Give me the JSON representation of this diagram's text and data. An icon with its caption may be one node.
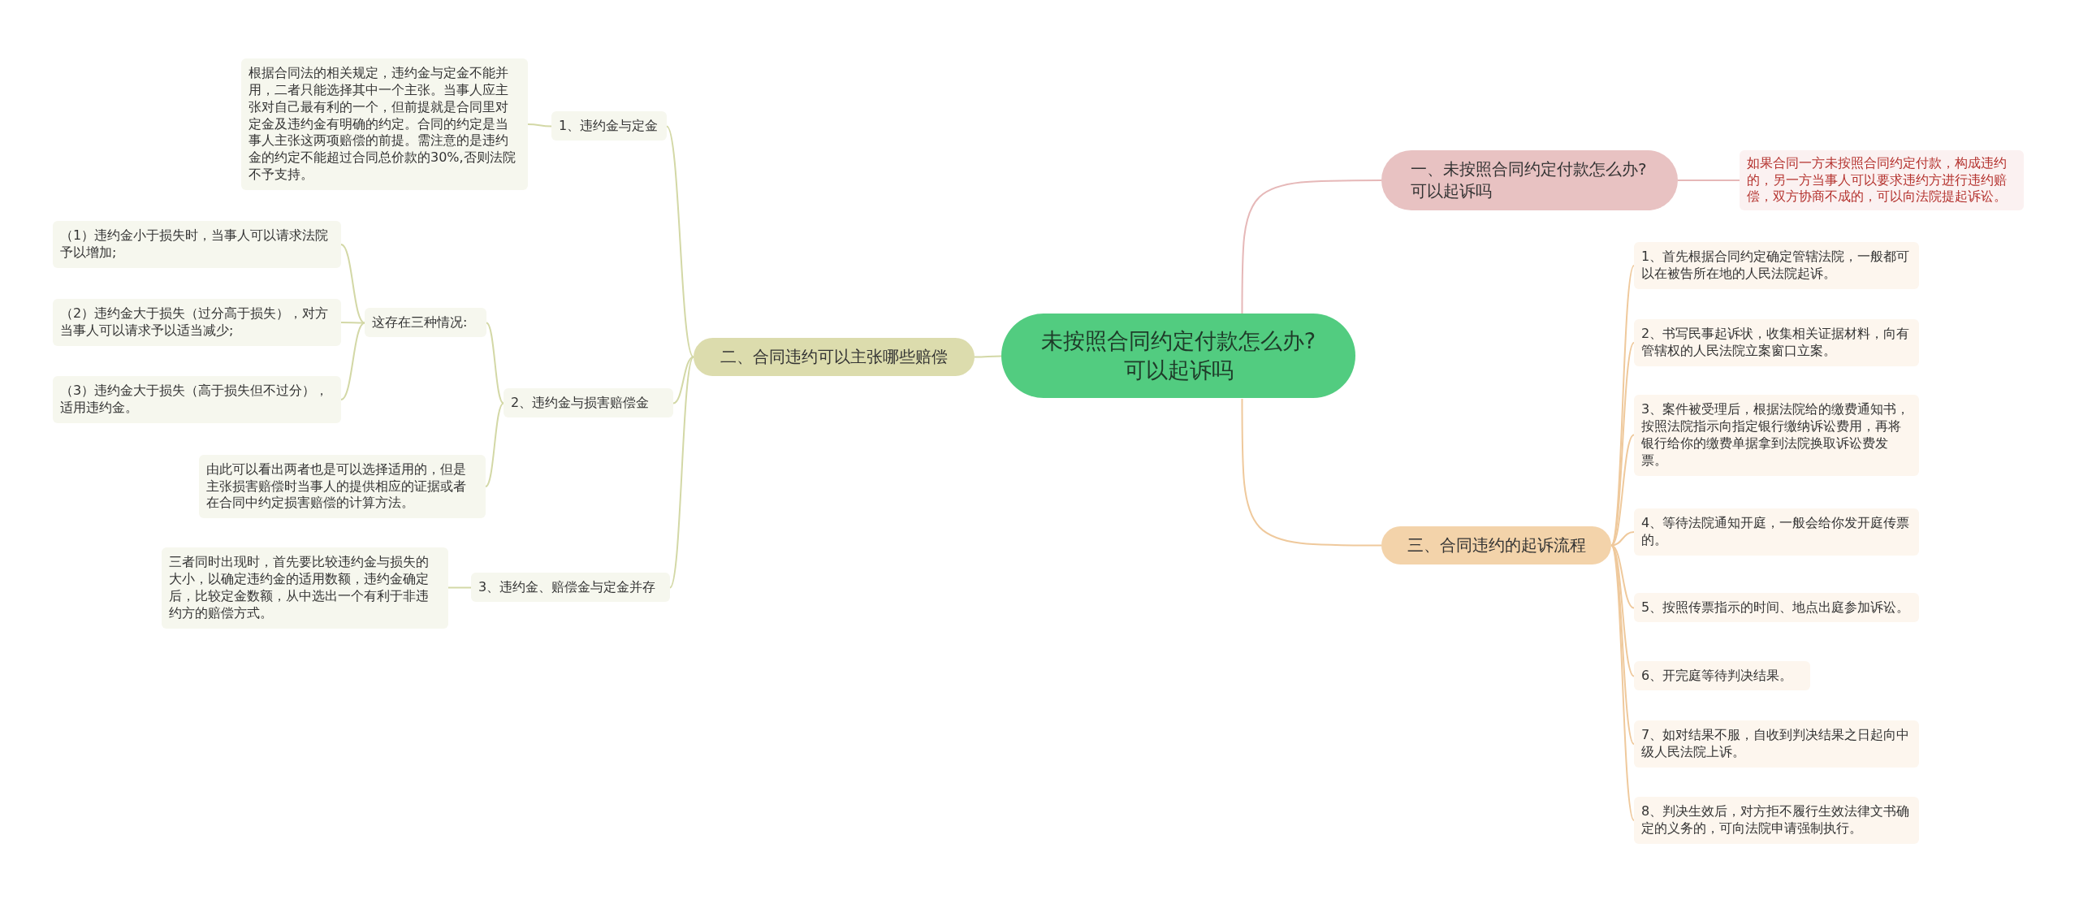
{
  "diagram": {
    "nodes": [
      {
        "text": [
          "未按照合同约定付款怎么办?可以起诉吗"
        ]
      },
      {
        "text": [
          "一、未按照合同约定付款怎么办?可以起诉吗"
        ]
      },
      {
        "text": [
          "如果合同一方未按照合同约定付款，构成违约的，另一方当事人可以要求违约方进行违约赔偿，双方协商不成的，可以向法院提起诉讼。"
        ]
      },
      {
        "text": [
          "二、合同违约可以主张哪些赔偿"
        ]
      },
      {
        "text": [
          "三、合同违约的起诉流程"
        ]
      },
      {
        "text": [
          "1、首先根据合同约定确定管辖法院，一般都可以在被告所在地的人民法院起诉。"
        ]
      },
      {
        "text": [
          "2、书写民事起诉状，收集相关证据材料，向有管辖权的人民法院立案窗口立案。"
        ]
      },
      {
        "text": [
          "3、案件被受理后，根据法院给的缴费通知书，按照法院指示向指定银行缴纳诉讼费用，再将银行给你的缴费单据拿到法院换取诉讼费发票。"
        ]
      },
      {
        "text": [
          "4、等待法院通知开庭，一般会给你发开庭传票的。"
        ]
      },
      {
        "text": [
          "5、按照传票指示的时间、地点出庭参加诉讼。"
        ]
      },
      {
        "text": [
          "6、开完庭等待判决结果。"
        ]
      },
      {
        "text": [
          "7、如对结果不服，自收到判决结果之日起向中级人民法院上诉。"
        ]
      },
      {
        "text": [
          "8、判决生效后，对方拒不履行生效法律文书确定的义务的，可向法院申请强制执行。"
        ]
      },
      {
        "text": [
          "1、违约金与定金"
        ]
      },
      {
        "text": [
          "根据合同法的相关规定，违约金与定金不能并用，二者只能选择其中一个主张。当事人应主张对自己最有利的一个，但前提就是合同里对定金及违约金有明确的约定。合同的约定是当事人主张这两项赔偿的前提。需注意的是违约金的约定不能超过合同总价款的30%,否则法院不予支持。"
        ]
      },
      {
        "text": [
          "2、违约金与损害赔偿金"
        ]
      },
      {
        "text": [
          "这存在三种情况:"
        ]
      },
      {
        "text": [
          "（1）违约金小于损失时，当事人可以请求法院予以增加;"
        ]
      },
      {
        "text": [
          "（2）违约金大于损失（过分高于损失），对方当事人可以请求予以适当减少;"
        ]
      },
      {
        "text": [
          "（3）违约金大于损失（高于损失但不过分），适用违约金。"
        ]
      },
      {
        "text": [
          "由此可以看出两者也是可以选择适用的，但是主张损害赔偿时当事人的提供相应的证据或者在合同中约定损害赔偿的计算方法。"
        ]
      },
      {
        "text": [
          "3、违约金、赔偿金与定金并存"
        ]
      },
      {
        "text": [
          "三者同时出现时，首先要比较违约金与损失的大小，以确定违约金的适用数额，违约金确定后，比较定金数额，从中选出一个有利于非违约方的赔偿方式。"
        ]
      }
    ],
    "edges": [
      {
        "from": 0,
        "to": 1,
        "arrow": "none",
        "color": "#e6b8b8"
      },
      {
        "from": 1,
        "to": 2,
        "arrow": "none",
        "color": "#e6b8b8"
      },
      {
        "from": 0,
        "to": 3,
        "arrow": "none"
      },
      {
        "from": 0,
        "to": 4,
        "arrow": "none",
        "color": "#efc99c"
      },
      {
        "from": 4,
        "to": 5,
        "arrow": "none",
        "color": "#efc99c"
      },
      {
        "from": 4,
        "to": 6,
        "arrow": "none",
        "color": "#efc99c"
      },
      {
        "from": 4,
        "to": 7,
        "arrow": "none",
        "color": "#efc99c"
      },
      {
        "from": 4,
        "to": 8,
        "arrow": "none",
        "color": "#efc99c"
      },
      {
        "from": 4,
        "to": 9,
        "arrow": "none",
        "color": "#efc99c"
      },
      {
        "from": 4,
        "to": 10,
        "arrow": "none",
        "color": "#efc99c"
      },
      {
        "from": 4,
        "to": 11,
        "arrow": "none",
        "color": "#efc99c"
      },
      {
        "from": 4,
        "to": 12,
        "arrow": "none",
        "color": "#efc99c"
      },
      {
        "from": 3,
        "to": 13,
        "arrow": "none"
      },
      {
        "from": 13,
        "to": 14,
        "arrow": "none"
      },
      {
        "from": 3,
        "to": 15,
        "arrow": "none"
      },
      {
        "from": 15,
        "to": 16,
        "arrow": "none"
      },
      {
        "from": 16,
        "to": 17,
        "arrow": "none"
      },
      {
        "from": 16,
        "to": 18,
        "arrow": "none"
      },
      {
        "from": 16,
        "to": 19,
        "arrow": "none"
      },
      {
        "from": 15,
        "to": 20,
        "arrow": "none"
      },
      {
        "from": 3,
        "to": 21,
        "arrow": "none"
      },
      {
        "from": 21,
        "to": 22,
        "arrow": "none"
      }
    ]
  }
}
